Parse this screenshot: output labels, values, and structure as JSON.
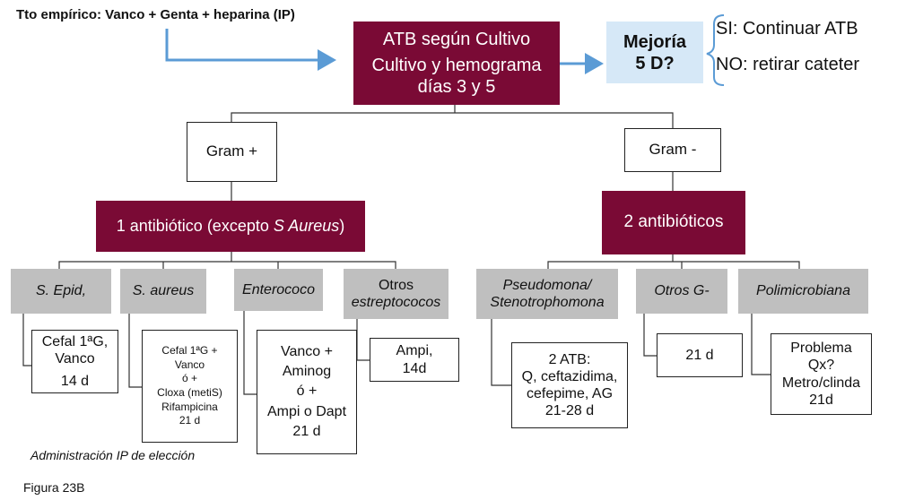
{
  "colors": {
    "primary": "#7a0a35",
    "category": "#bfbfbf",
    "highlight": "#d6e8f7",
    "arrow": "#5b9bd5"
  },
  "empirical": "Tto empírico: Vanco + Genta + heparina (IP)",
  "top": {
    "line1": "ATB según Cultivo",
    "line2": "Cultivo y hemograma",
    "line3": "días 3 y 5"
  },
  "improvement": {
    "question_line1": "Mejoría",
    "question_line2": "5 D?",
    "yes": "SI: Continuar ATB",
    "no": "NO: retirar cateter"
  },
  "gram_pos": {
    "label": "Gram +",
    "rule_prefix": "1 antibiótico (excepto ",
    "rule_species": "S Aureus",
    "rule_suffix": ")",
    "groups": [
      {
        "name": "S. Epid,",
        "treatment": [
          "Cefal 1ªG,",
          "Vanco",
          "14 d"
        ]
      },
      {
        "name": "S. aureus",
        "treatment": [
          "Cefal 1ªG +",
          "Vanco",
          "ó +",
          "Cloxa (metiS)",
          "Rifampicina",
          "21 d"
        ]
      },
      {
        "name": "Enterococo",
        "treatment": [
          "Vanco +",
          "Aminog",
          "ó +",
          "Ampi o Dapt",
          "21 d"
        ]
      },
      {
        "name_lines": [
          "Otros",
          "estreptococos"
        ],
        "treatment": [
          "Ampi,",
          "14d"
        ]
      }
    ]
  },
  "gram_neg": {
    "label": "Gram -",
    "rule": "2 antibióticos",
    "groups": [
      {
        "name_lines": [
          "Pseudomona/",
          "Stenotrophomona"
        ],
        "treatment": [
          "2 ATB:",
          "Q, ceftazidima,",
          "cefepime, AG",
          "21-28 d"
        ]
      },
      {
        "name": "Otros G-",
        "treatment": [
          "21 d"
        ]
      },
      {
        "name": "Polimicrobiana",
        "treatment": [
          "Problema",
          "Qx?",
          "Metro/clinda",
          "21d"
        ]
      }
    ]
  },
  "footnote": "Administración IP de elección",
  "figure_label": "Figura 23B"
}
